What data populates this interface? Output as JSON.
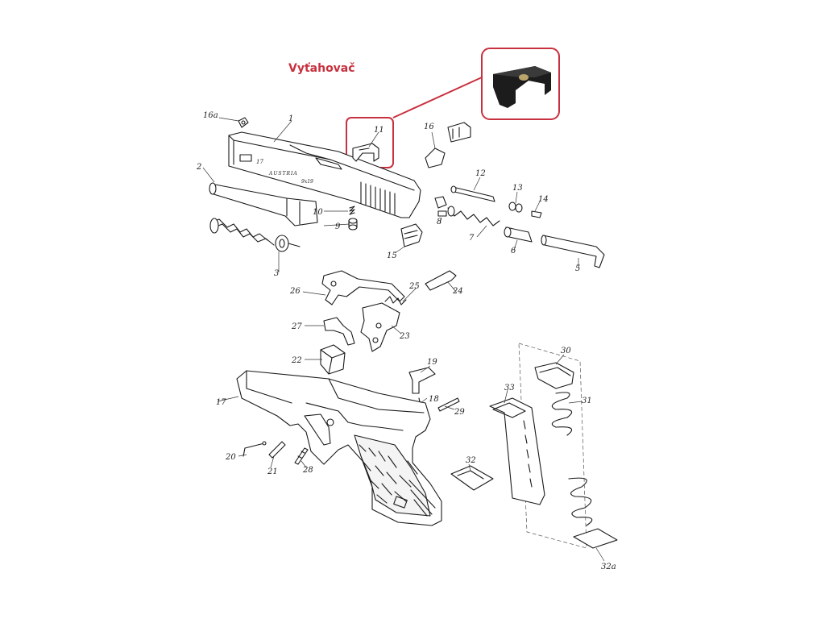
{
  "title": "Vyťahovač",
  "accent_color": "#c8313f",
  "parts": [
    {
      "id": "p16a",
      "label": "16a"
    },
    {
      "id": "p1",
      "label": "1"
    },
    {
      "id": "p11",
      "label": "11"
    },
    {
      "id": "p16",
      "label": "16"
    },
    {
      "id": "p2",
      "label": "2"
    },
    {
      "id": "p12",
      "label": "12"
    },
    {
      "id": "p13",
      "label": "13"
    },
    {
      "id": "p14",
      "label": "14"
    },
    {
      "id": "p10",
      "label": "10"
    },
    {
      "id": "p9",
      "label": "9"
    },
    {
      "id": "p8",
      "label": "8"
    },
    {
      "id": "p7",
      "label": "7"
    },
    {
      "id": "p6",
      "label": "6"
    },
    {
      "id": "p5",
      "label": "5"
    },
    {
      "id": "p15",
      "label": "15"
    },
    {
      "id": "p3",
      "label": "3"
    },
    {
      "id": "p26",
      "label": "26"
    },
    {
      "id": "p25",
      "label": "25"
    },
    {
      "id": "p24",
      "label": "24"
    },
    {
      "id": "p27",
      "label": "27"
    },
    {
      "id": "p23",
      "label": "23"
    },
    {
      "id": "p22",
      "label": "22"
    },
    {
      "id": "p30",
      "label": "30"
    },
    {
      "id": "p19",
      "label": "19"
    },
    {
      "id": "p33",
      "label": "33"
    },
    {
      "id": "p31",
      "label": "31"
    },
    {
      "id": "p18",
      "label": "18"
    },
    {
      "id": "p17",
      "label": "17"
    },
    {
      "id": "p29",
      "label": "29"
    },
    {
      "id": "p20",
      "label": "20"
    },
    {
      "id": "p21",
      "label": "21"
    },
    {
      "id": "p28",
      "label": "28"
    },
    {
      "id": "p32",
      "label": "32"
    },
    {
      "id": "p32a",
      "label": "32a"
    }
  ],
  "slide_markings": {
    "model": "17",
    "country": "AUSTRIA",
    "caliber": "9x19"
  }
}
